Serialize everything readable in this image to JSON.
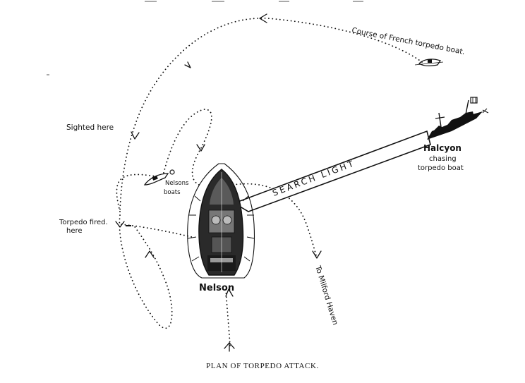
{
  "caption": "PLAN OF TORPEDO ATTACK.",
  "labels": {
    "french_course": "Course of French torpedo boat.",
    "sighted": "Sighted here",
    "nelsons_boats_line1": "Nelsons",
    "nelsons_boats_line2": "boats",
    "torpedo_fired_line1": "Torpedo fired.",
    "torpedo_fired_line2": "here",
    "search_light": "SEARCH LIGHT",
    "halcyon": "Halcyon",
    "chasing_line1": "chasing",
    "chasing_line2": "torpedo boat",
    "nelson": "Nelson",
    "milford": "To Milford Haven"
  },
  "colors": {
    "ink": "#111111",
    "paper": "#ffffff"
  }
}
